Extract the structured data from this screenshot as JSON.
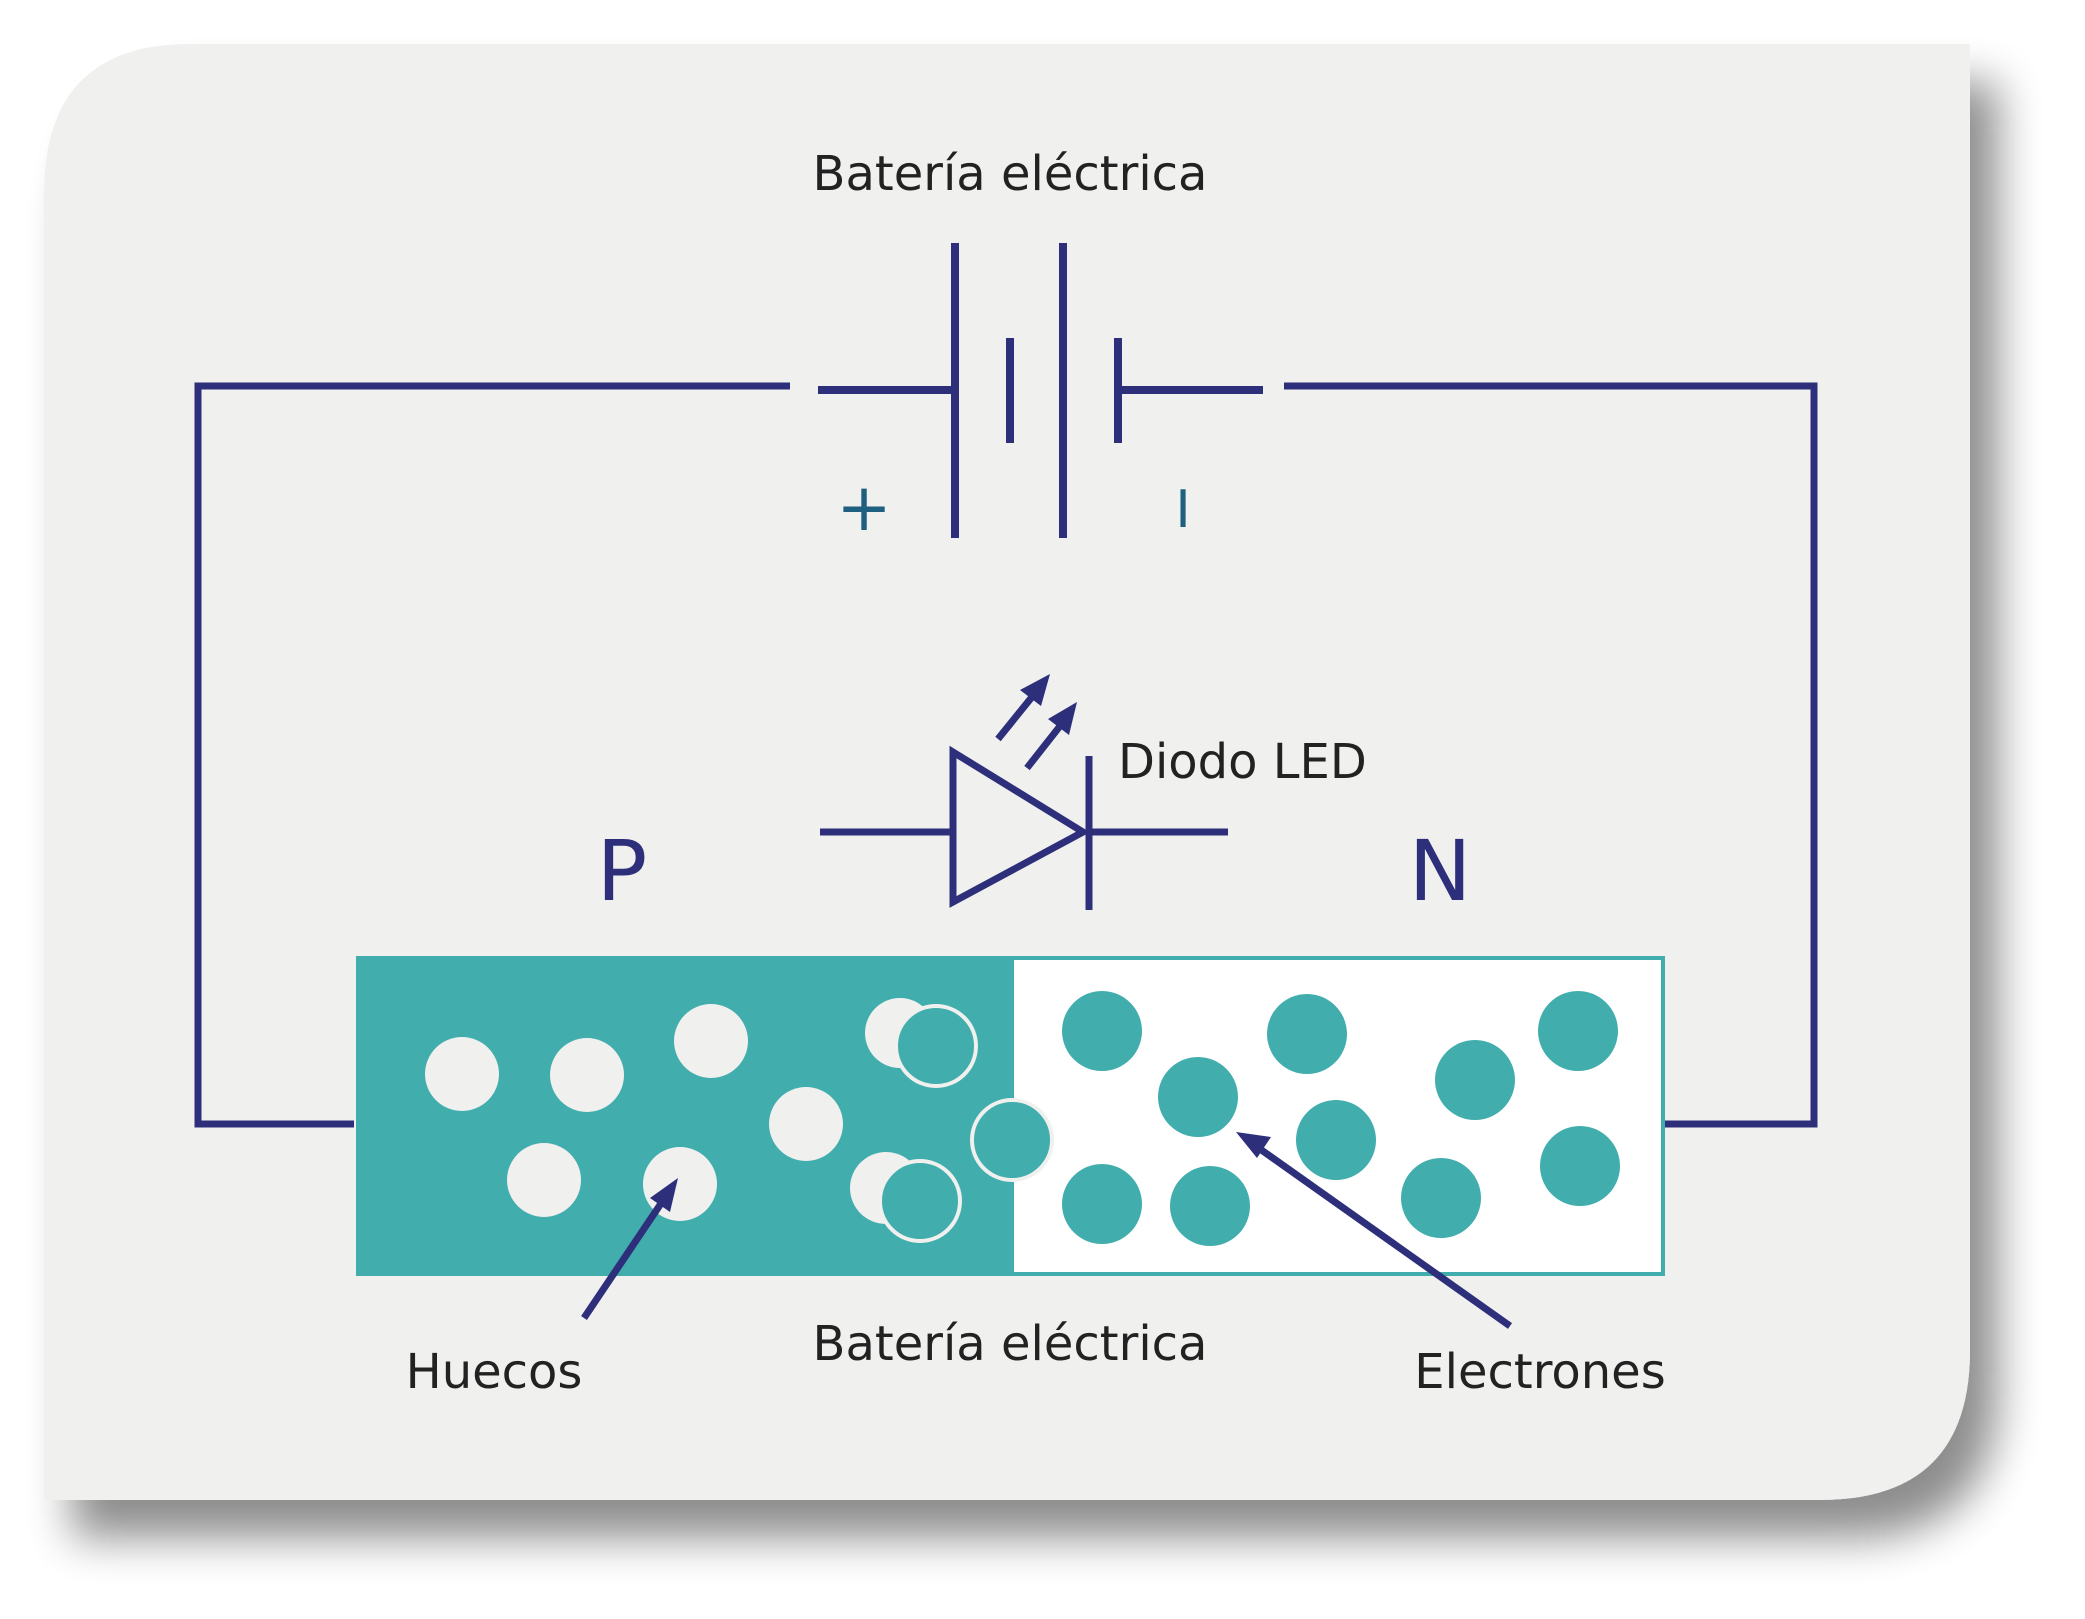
{
  "labels": {
    "battery_top": "Batería eléctrica",
    "battery_bottom": "Batería eléctrica",
    "plus": "+",
    "minus": "I",
    "led": "Diodo LED",
    "p_region": "P",
    "n_region": "N",
    "holes": "Huecos",
    "electrons": "Electrones"
  },
  "colors": {
    "card": "#f0f0ef",
    "wire": "#2d2f7b",
    "teal": "#41adad",
    "sign": "#1f6080",
    "text": "#222222"
  }
}
